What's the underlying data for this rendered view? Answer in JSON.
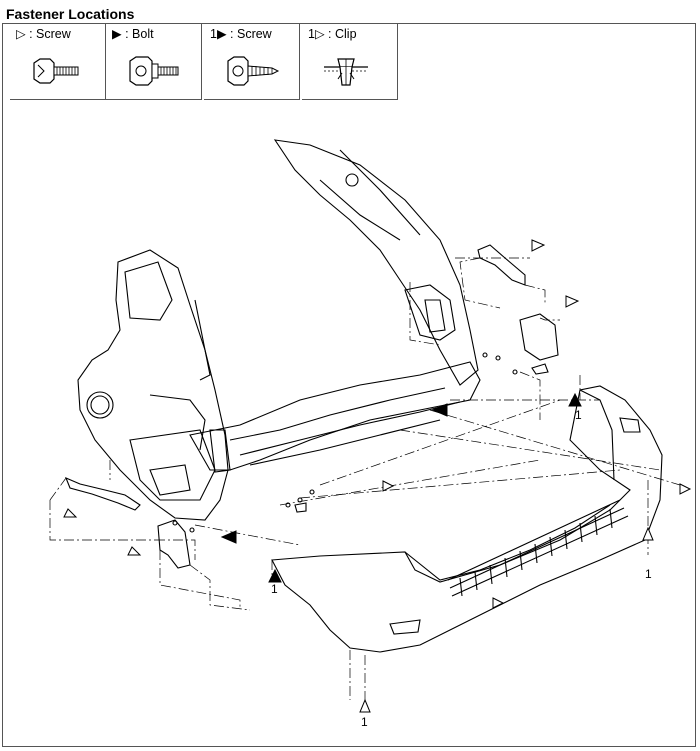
{
  "title": "Fastener Locations",
  "legend": [
    {
      "label": "▷ : Screw",
      "icon": "screw-icon"
    },
    {
      "label": "▶ : Bolt",
      "icon": "bolt-icon"
    },
    {
      "label": "1▶ : Screw",
      "icon": "tapping-screw-icon"
    },
    {
      "label": "1▷ : Clip",
      "icon": "clip-icon"
    }
  ],
  "callouts": {
    "right_front": "1",
    "right_rear": "1",
    "left_front": "1",
    "bottom": "1"
  }
}
